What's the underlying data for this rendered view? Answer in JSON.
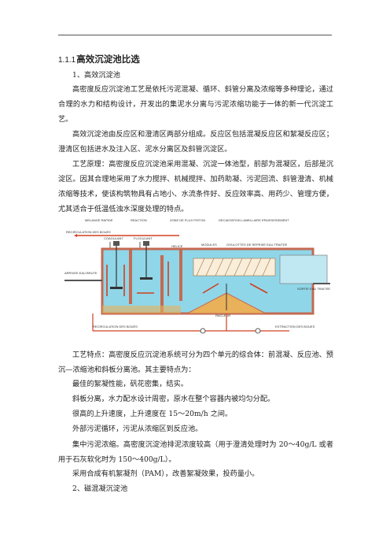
{
  "doc": {
    "section_num": "1.1.1",
    "section_title": "高效沉淀池比选",
    "sub1": "1、高效沉淀池",
    "p1": "高密度反应沉淀池工艺是依托污泥混凝、循环、斜管分离及浓缩等多种理论，通过合理的水力和结构设计，开发出的集泥水分离与污泥浓缩功能于一体的新一代沉淀工艺。",
    "p2": "高效沉淀池由反应区和澄清区两部分组成。反应区包括混凝反应区和絮凝反应区；澄清区包括进水及注入区、泥水分离区及斜管沉淀区。",
    "p3": "工艺原理：高密度反应沉淀池采用混凝、沉淀一体池型，前部为混凝区，后部是沉淀区。因其合理地采用了水力搅拌、机械搅拌、加药助凝、污泥回流、斜管澄清、机械浓缩等技术，使该构筑物具有占地小、水流条件好、反应效率高、用药少、管理方便，尤其适合于低温低浊水深度处理的特点。",
    "p4": "工艺特点：高密度反应沉淀池系统可分为四个单元的综合体：前混凝、反应池、预沉—浓缩池和斜板分离池。其主要特点为：",
    "f1": "最佳的絮凝性能，矾花密集，结实。",
    "f2": "斜板分离，水力配水设计周密，原水在整个容器内被均匀分配。",
    "f3": "很高的上升速度，上升速度在 15～20m/h 之间。",
    "f4": "外部污泥循环，污泥从浓缩区到反应池。",
    "p5": "集中污泥浓缩。高密度沉淀池排泥浓度较高（用于澄清处理时为 20～40g/L 或者用于石灰软化时为 150～400g/L）。",
    "f6": "采用合成有机絮凝剂（PAM），改善絮凝效果，投药量小。",
    "sub2": "2、磁混凝沉淀池"
  },
  "diagram": {
    "recirculation_top": "RECIRCULATION DES BOUES",
    "melange_rapide": "MELANGE RAPIDE",
    "reaction": "REACTION",
    "zone_piston": "ZONE DE FLUX PISTON",
    "decantation": "DECANTATION LAMELLAIRE EPAISSISSEMENT",
    "coagulant": "COAGULANT",
    "floculant": "FLOCULANT",
    "helice": "HELICE",
    "modules": "MODULES",
    "goulottes": "GOULOTTES DE REPRISE EAU TRAITEE",
    "arrivee": "ARRIVEE EAU BRUTE",
    "sortie": "SORTIE EAU TRAITEE",
    "racleur": "RACLEUR",
    "recirculation_bottom": "RECIRCULATION DES BOUES",
    "extraction": "EXTRACTION DES BOUES",
    "colors": {
      "water": "#8fd6e8",
      "wall": "#c46a52",
      "sludge": "#e8b15a",
      "arrow": "#d04020",
      "floc": "#f0d080"
    }
  }
}
